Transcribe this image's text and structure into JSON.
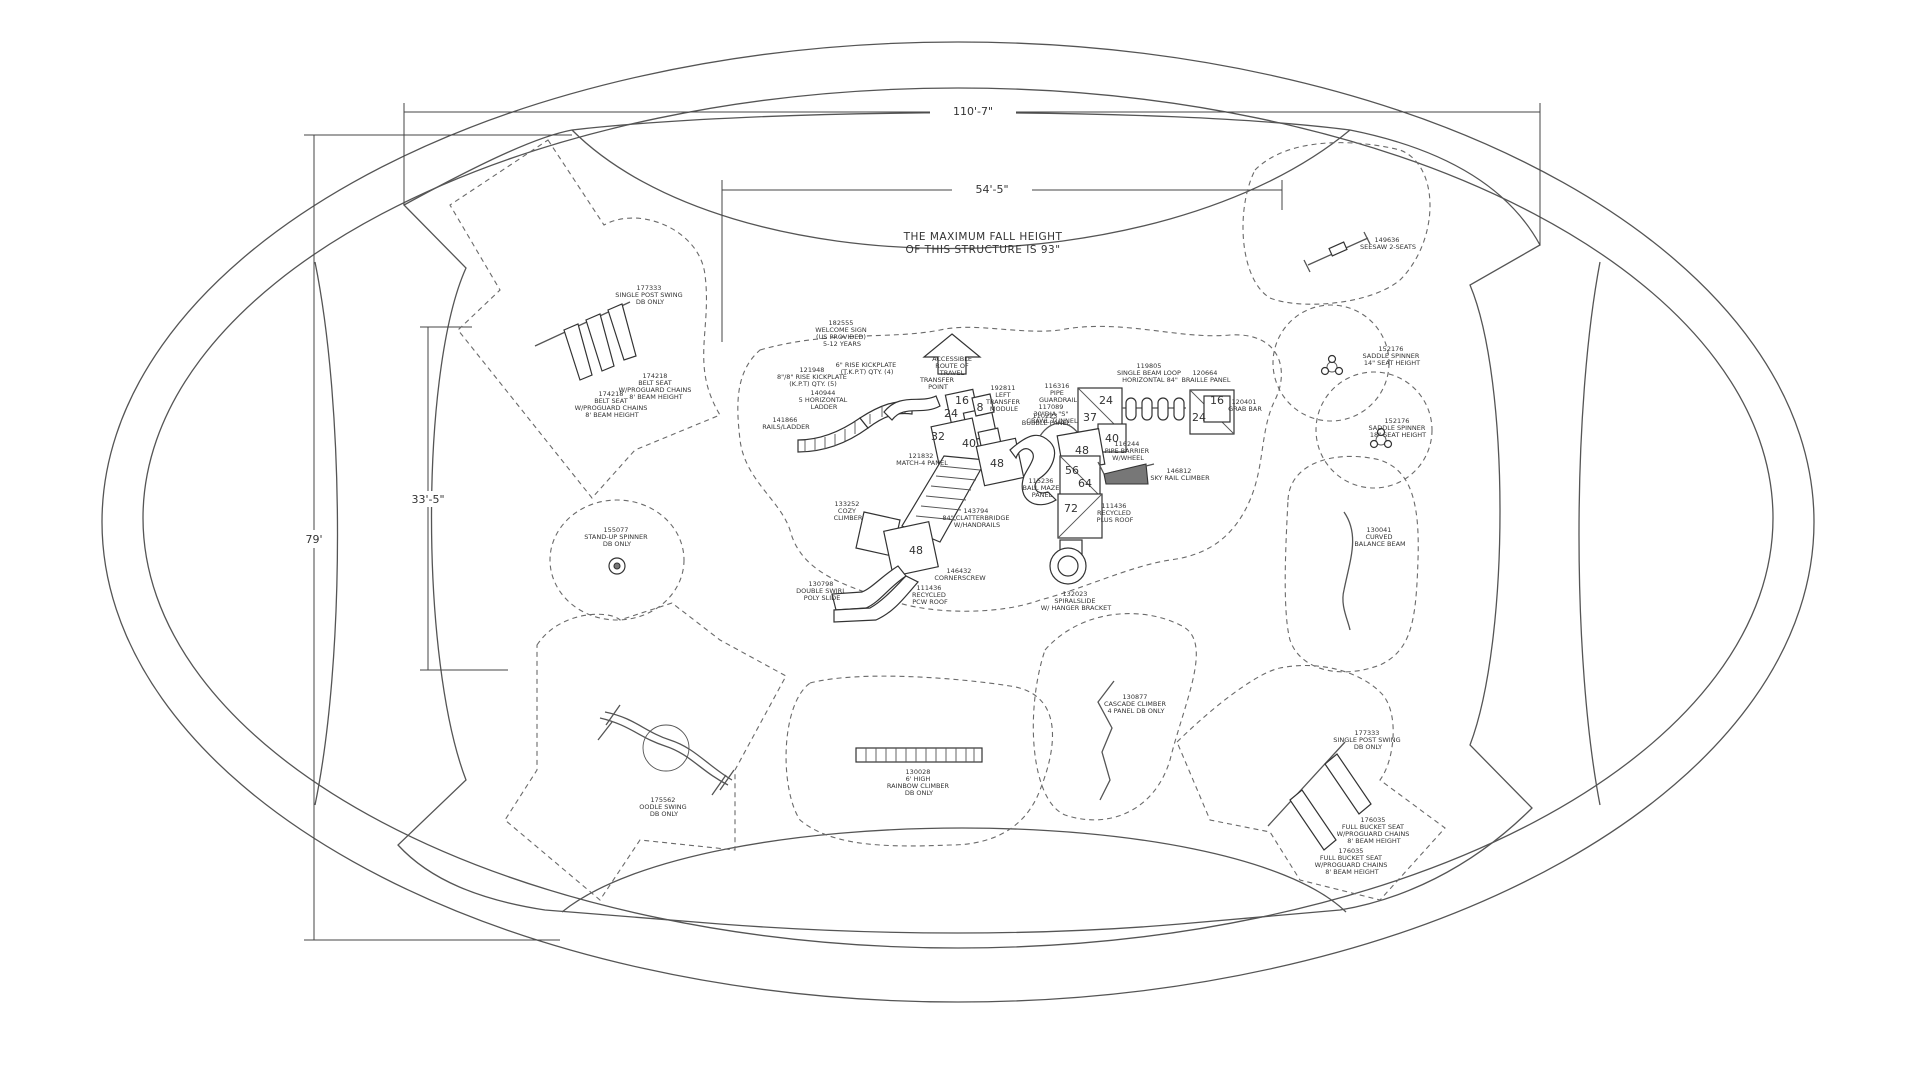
{
  "dimensions": {
    "overall_width": "110'-7\"",
    "structure_width": "54'-5\"",
    "overall_depth": "79'",
    "zone_depth": "33'-5\""
  },
  "fall_height_note": {
    "line1": "THE MAXIMUM FALL HEIGHT",
    "line2": "OF THIS STRUCTURE IS 93\""
  },
  "accessible_route": {
    "line1": "ACCESSIBLE",
    "line2": "ROUTE OF",
    "line3": "TRAVEL"
  },
  "deck_heights": {
    "d16a": "16",
    "d24a": "24",
    "d8": "8",
    "d40a": "40",
    "d32": "32",
    "d48a": "48",
    "d48b": "48",
    "d48c": "48",
    "d37": "37",
    "d40b": "40",
    "d56": "56",
    "d64": "64",
    "d72": "72",
    "d24b": "24",
    "d16b": "16",
    "d24c": "24"
  },
  "labels": {
    "swing_nw": [
      "177333",
      "SINGLE POST SWING",
      "DB ONLY"
    ],
    "belt_seat_1": [
      "174218",
      "BELT SEAT",
      "W/PROGUARD CHAINS",
      "8' BEAM HEIGHT"
    ],
    "belt_seat_2": [
      "174218",
      "BELT SEAT",
      "W/PROGUARD CHAINS",
      "8' BEAM HEIGHT"
    ],
    "standup_spinner": [
      "155077",
      "STAND-UP SPINNER",
      "DB ONLY"
    ],
    "welcome_sign": [
      "182555",
      "WELCOME SIGN",
      "(US PROVIDED)",
      "5-12 YEARS"
    ],
    "kickplate_8": [
      "6\" RISE KICKPLATE",
      "(T.K.P.T) QTY. (4)"
    ],
    "kickplate_27": [
      "121948",
      "8\"/8\" RISE KICKPLATE",
      "(K.P.T) QTY. (5)"
    ],
    "horizontal_ladder": [
      "140944",
      "5 HORIZONTAL",
      "LADDER"
    ],
    "rungs_ladder": [
      "141866",
      "RAILS/LADDER"
    ],
    "transfer_point": [
      "TRANSFER",
      "POINT"
    ],
    "left_transfer": [
      "192811",
      "LEFT",
      "TRANSFER",
      "MODULE"
    ],
    "bubble_panel": [
      "110223",
      "BUBBLE PANEL"
    ],
    "pipe_guardrail": [
      "116316",
      "PIPE",
      "GUARDRAIL"
    ],
    "crawl_tunnel": [
      "117089",
      "30\"DIA \"S\"",
      "CRAWL TUNNEL"
    ],
    "beam_loop": [
      "119805",
      "SINGLE BEAM LOOP",
      "HORIZONTAL 84\""
    ],
    "braille_panel": [
      "120664",
      "BRAILLE PANEL"
    ],
    "grab_bar": [
      "120401",
      "GRAB BAR"
    ],
    "match_panel": [
      "121832",
      "MATCH-4 PANEL"
    ],
    "cozy_climber": [
      "133252",
      "COZY",
      "CLIMBER"
    ],
    "clatterbridge": [
      "143794",
      "84\" CLATTERBRIDGE",
      "W/HANDRAILS"
    ],
    "ball_maze": [
      "115236",
      "BALL MAZE",
      "PANEL"
    ],
    "pipe_barrier": [
      "116244",
      "PIPE BARRIER",
      "W/WHEEL"
    ],
    "sky_rail": [
      "146812",
      "SKY RAIL CLIMBER"
    ],
    "roof_right": [
      "111436",
      "RECYCLED",
      "PLUS ROOF"
    ],
    "cornerscrew": [
      "146432",
      "CORNERSCREW"
    ],
    "roof_left": [
      "111436",
      "RECYCLED",
      "PCW ROOF"
    ],
    "double_slide": [
      "130798",
      "DOUBLE SWIRL",
      "POLY SLIDE"
    ],
    "spiral_slide": [
      "132023",
      "SPIRALSLIDE",
      "W/ HANGER BRACKET"
    ],
    "seesaw": [
      "149636",
      "SEESAW 2-SEATS"
    ],
    "saddle_spinner_1": [
      "152176",
      "SADDLE SPINNER",
      "14\" SEAT HEIGHT"
    ],
    "saddle_spinner_2": [
      "152176",
      "SADDLE SPINNER",
      "18\" SEAT HEIGHT"
    ],
    "balance_beam": [
      "130041",
      "CURVED",
      "BALANCE BEAM"
    ],
    "oodle_swing": [
      "175562",
      "OODLE SWING",
      "DB ONLY"
    ],
    "rainbow_climber": [
      "130028",
      "6' HIGH",
      "RAINBOW CLIMBER",
      "DB ONLY"
    ],
    "cascade_climber": [
      "130877",
      "CASCADE CLIMBER",
      "4 PANEL DB ONLY"
    ],
    "swing_se": [
      "177333",
      "SINGLE POST SWING",
      "DB ONLY"
    ],
    "bucket_seat_1": [
      "176035",
      "FULL BUCKET SEAT",
      "W/PROGUARD CHAINS",
      "8' BEAM HEIGHT"
    ],
    "bucket_seat_2": [
      "176035",
      "FULL BUCKET SEAT",
      "W/PROGUARD CHAINS",
      "8' BEAM HEIGHT"
    ]
  }
}
